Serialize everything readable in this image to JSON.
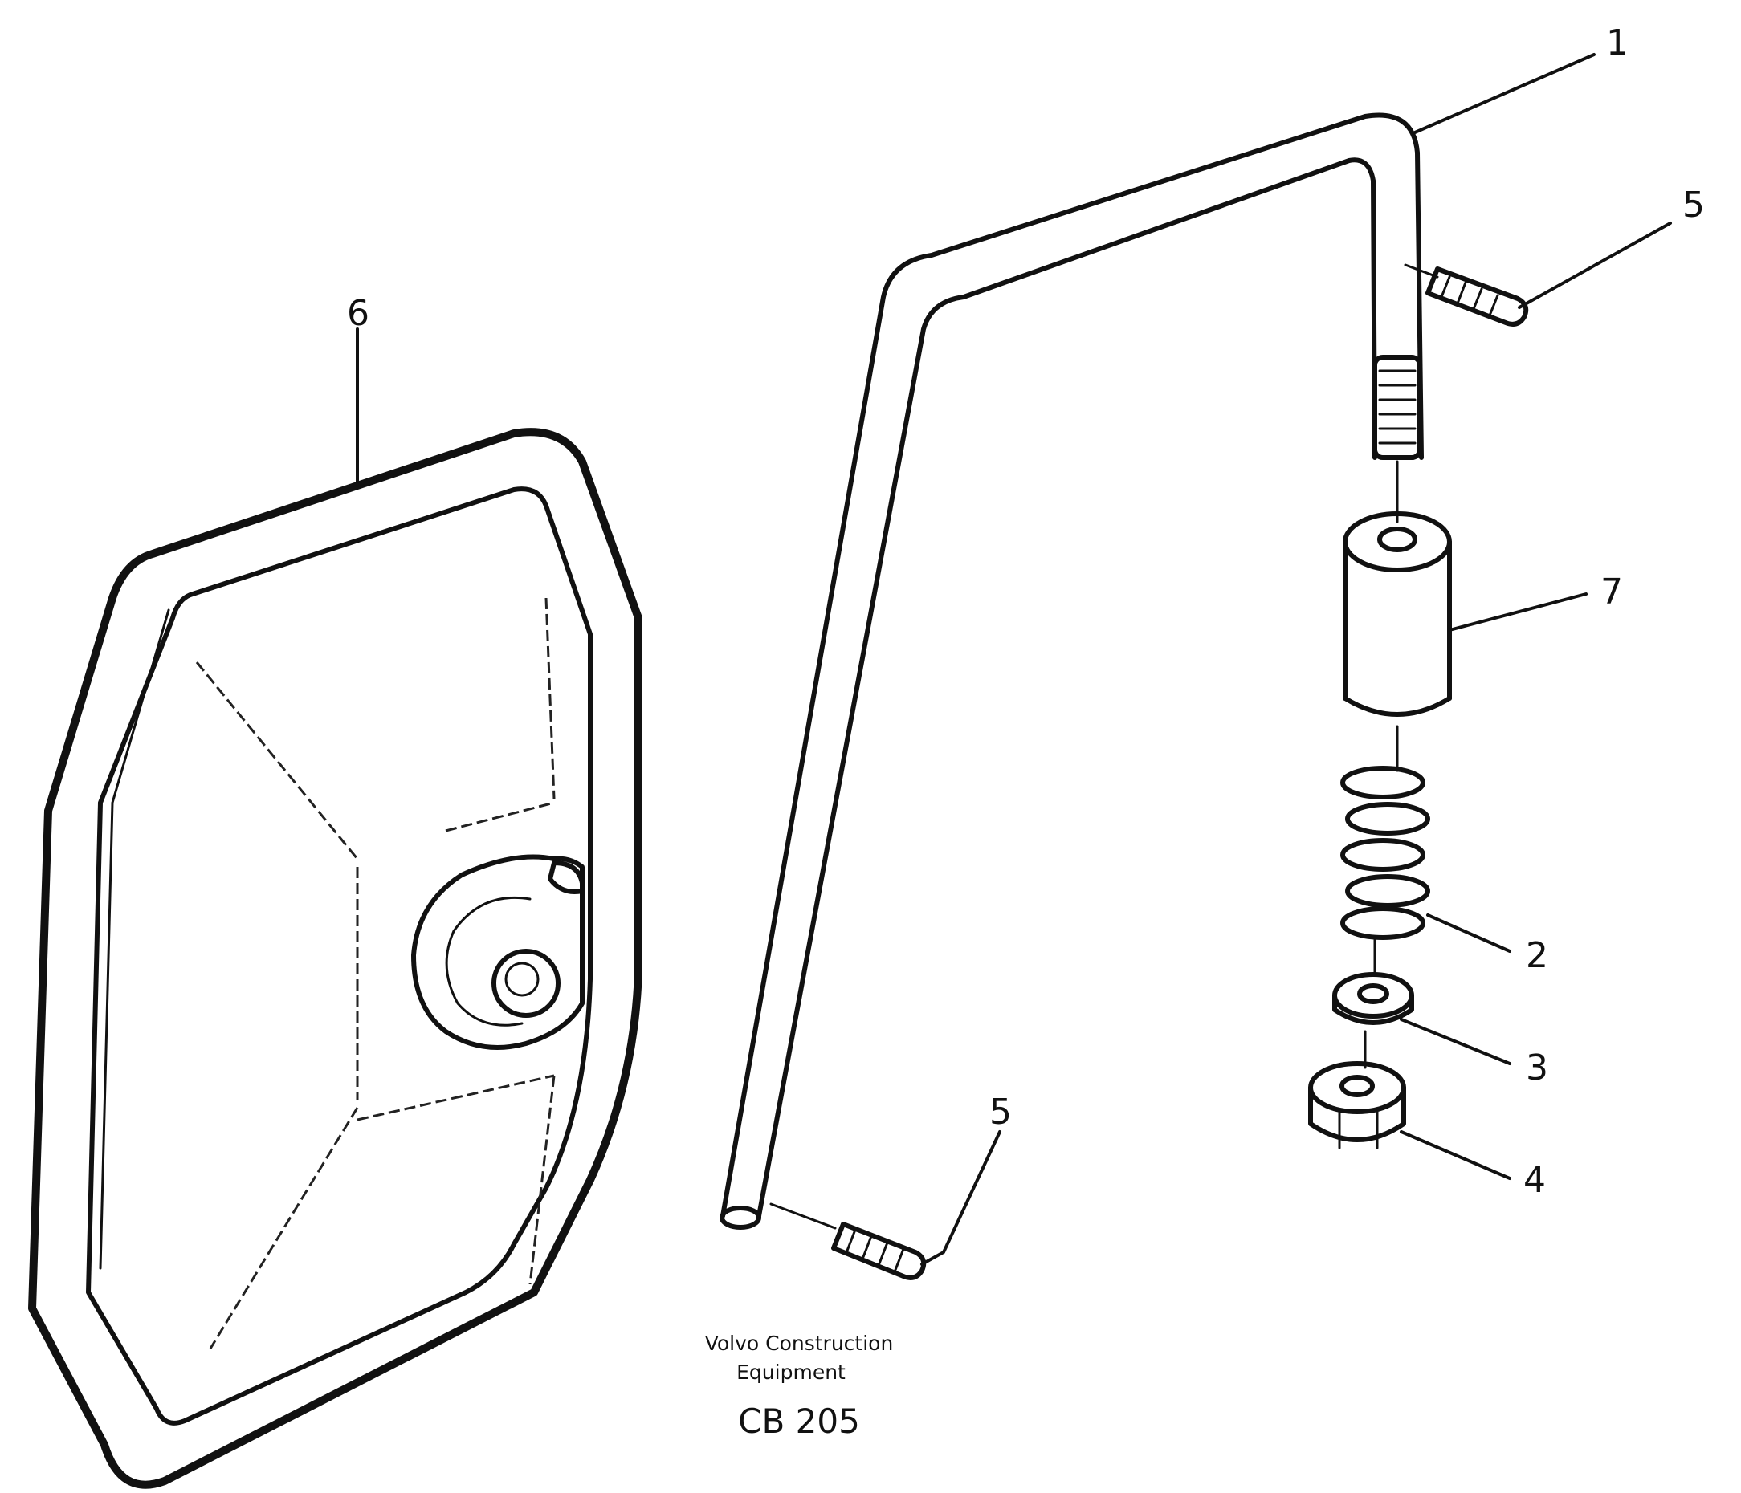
{
  "callouts": {
    "c1": "1",
    "c2": "2",
    "c3": "3",
    "c4": "4",
    "c5a": "5",
    "c5b": "5",
    "c6": "6",
    "c7": "7"
  },
  "caption": {
    "line1": "Volvo Construction",
    "line2": "Equipment",
    "code": "CB 205"
  }
}
